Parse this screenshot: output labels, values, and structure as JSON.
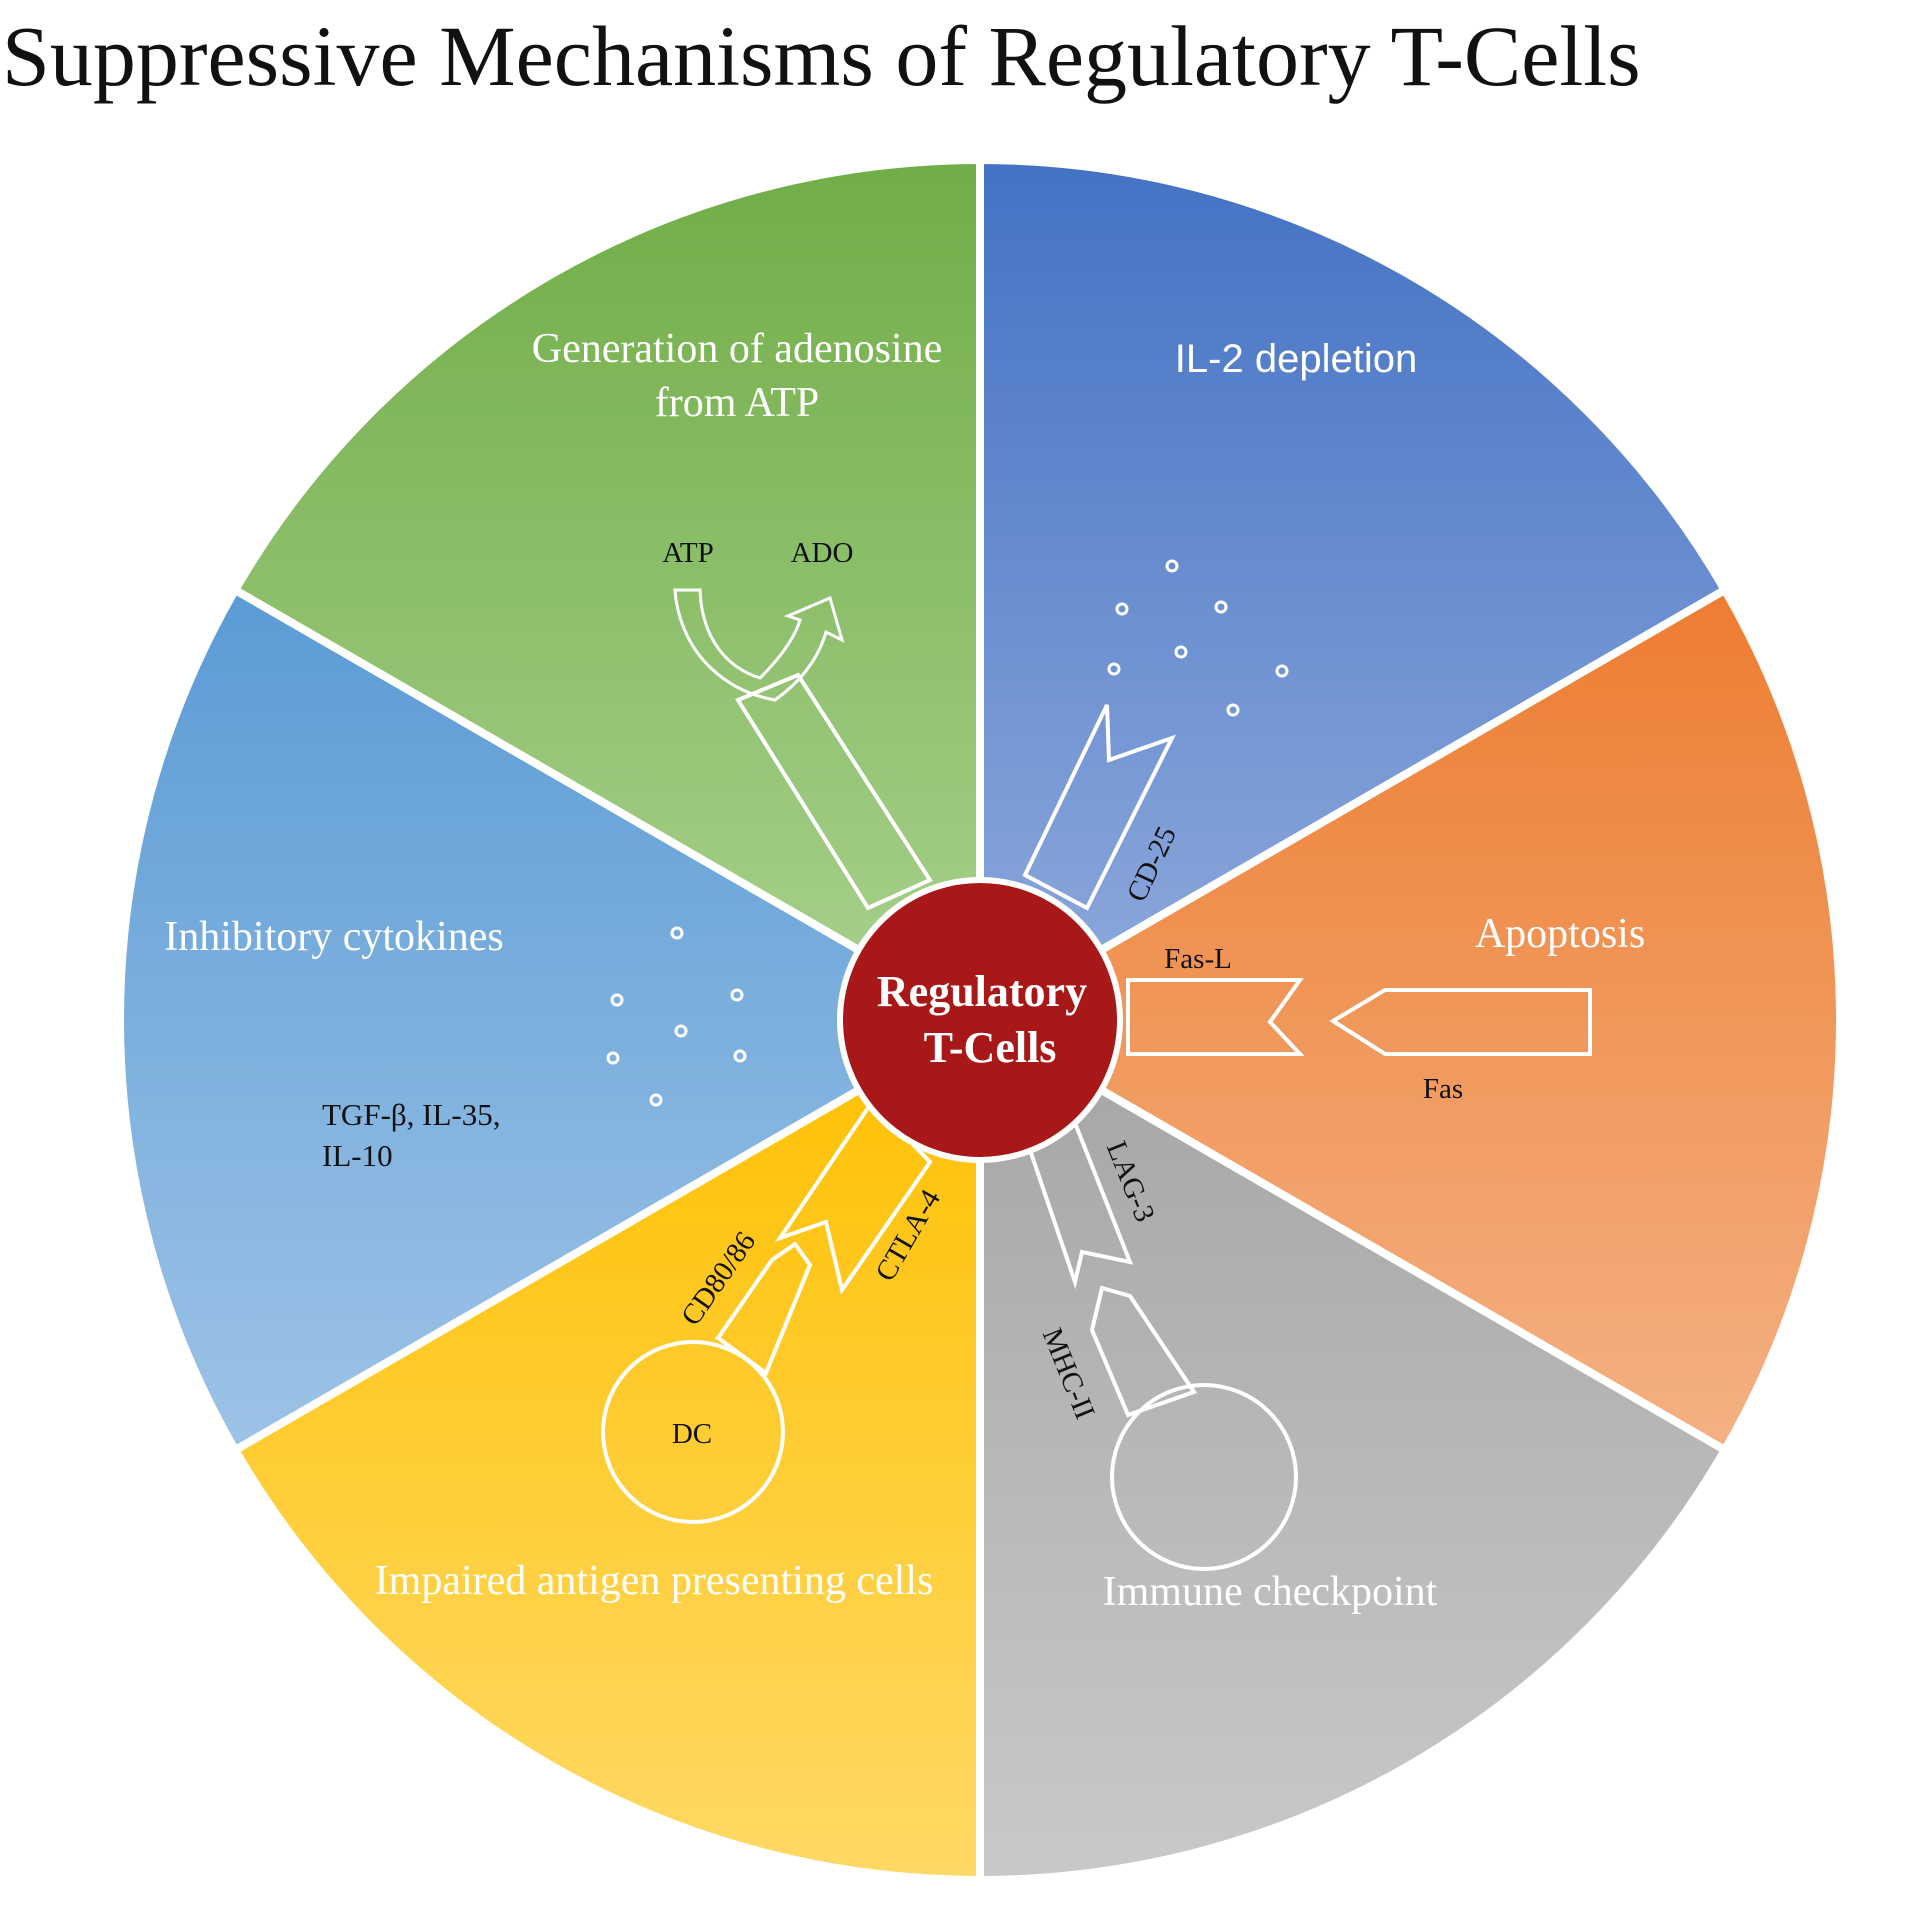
{
  "title": "Suppressive Mechanisms of Regulatory T-Cells",
  "center": {
    "line1": "Regulatory",
    "line2": "T-Cells",
    "color": "#a81818"
  },
  "colors": {
    "green_top": "#70ad47",
    "green_bottom": "#a9d18e",
    "blue_top": "#4472c4",
    "blue_bottom": "#8faadc",
    "orange_top": "#ed7d31",
    "orange_bottom": "#f4b183",
    "gray_top": "#a5a5a5",
    "gray_bottom": "#c9c9c9",
    "yellow_top": "#ffc000",
    "yellow_bottom": "#ffd966",
    "lightblue_top": "#5b9bd5",
    "lightblue_bottom": "#9dc3e6"
  },
  "sectors": {
    "adenosine": {
      "line1": "Generation of adenosine",
      "line2": "from ATP",
      "atp": "ATP",
      "ado": "ADO"
    },
    "il2": {
      "label": "IL-2 depletion",
      "receptor": "CD-25"
    },
    "apoptosis": {
      "label": "Apoptosis",
      "ligand": "Fas-L",
      "receptor": "Fas"
    },
    "checkpoint": {
      "label": "Immune checkpoint",
      "lag3": "LAG-3",
      "mhc": "MHC-II"
    },
    "apc": {
      "label": "Impaired antigen presenting cells",
      "cd80": "CD80/86",
      "ctla4": "CTLA-4",
      "dc": "DC"
    },
    "cytokines": {
      "label": "Inhibitory cytokines",
      "line1": "TGF-β, IL-35,",
      "line2": "IL-10"
    }
  }
}
